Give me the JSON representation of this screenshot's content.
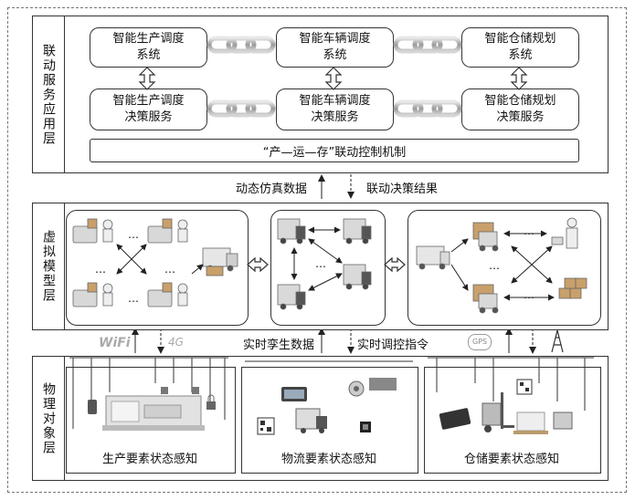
{
  "layers": {
    "top": "联动服务应用层",
    "middle": "虚拟模型层",
    "bottom": "物理对象层"
  },
  "services": {
    "s1": [
      "智能生产调度",
      "系统"
    ],
    "s2": [
      "智能车辆调度",
      "系统"
    ],
    "s3": [
      "智能仓储规划",
      "系统"
    ],
    "d1": [
      "智能生产调度",
      "决策服务"
    ],
    "d2": [
      "智能车辆调度",
      "决策服务"
    ],
    "d3": [
      "智能仓储规划",
      "决策服务"
    ]
  },
  "mechanism": "“产—运—存”联动控制机制",
  "flows": {
    "up": "动态仿真数据",
    "down": "联动决策结果",
    "twin": "实时孪生数据",
    "control": "实时调控指令"
  },
  "physical": {
    "p1": "生产要素状态感知",
    "p2": "物流要素状态感知",
    "p3": "仓储要素状态感知"
  },
  "icons": {
    "wifi": "WiFi",
    "g4": "4G",
    "gps": "GPS"
  },
  "ellipsis": "…"
}
